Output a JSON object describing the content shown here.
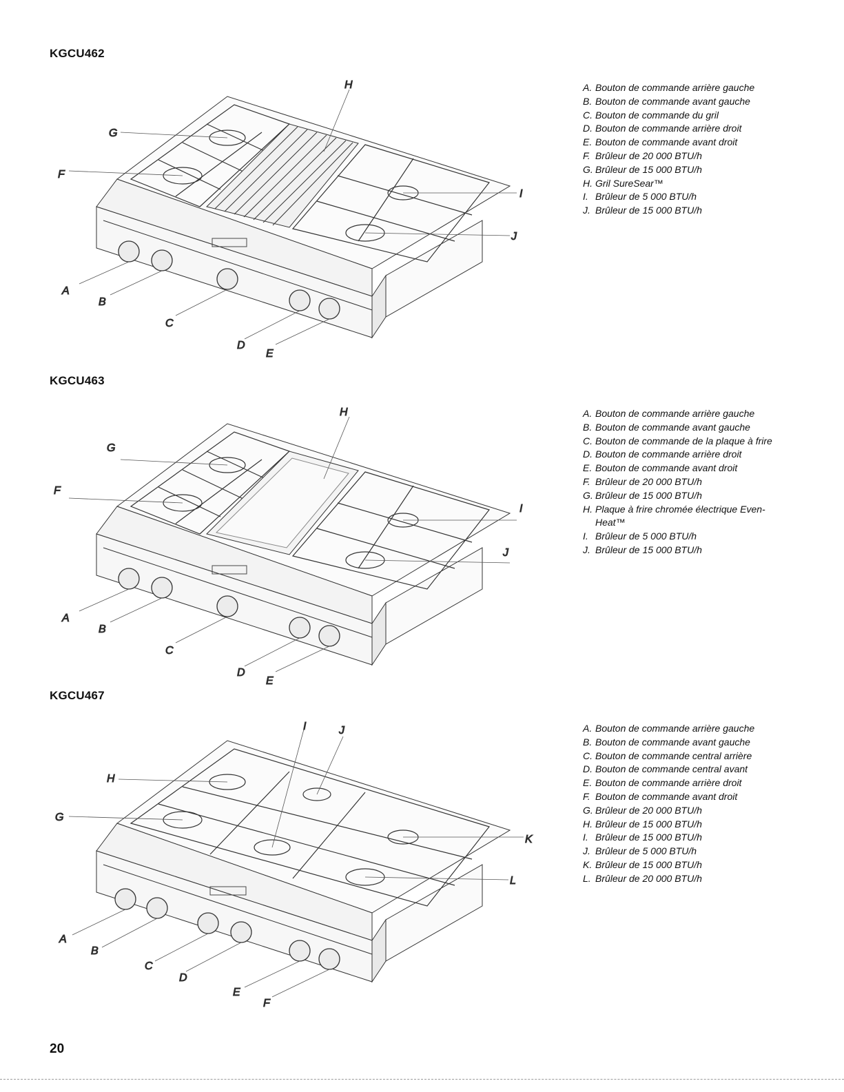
{
  "sections": [
    {
      "model": "KGCU462",
      "callouts": [
        "A",
        "B",
        "C",
        "D",
        "E",
        "F",
        "G",
        "H",
        "I",
        "J"
      ],
      "legend": [
        {
          "letter": "A.",
          "text": "Bouton de commande arrière gauche"
        },
        {
          "letter": "B.",
          "text": "Bouton de commande avant gauche"
        },
        {
          "letter": "C.",
          "text": "Bouton de commande du gril"
        },
        {
          "letter": "D.",
          "text": "Bouton de commande arrière droit"
        },
        {
          "letter": "E.",
          "text": "Bouton de commande avant droit"
        },
        {
          "letter": "F.",
          "text": "Brûleur de 20 000 BTU/h"
        },
        {
          "letter": "G.",
          "text": "Brûleur de 15 000 BTU/h"
        },
        {
          "letter": "H.",
          "text": "Gril SureSear™"
        },
        {
          "letter": "I.",
          "text": "Brûleur de 5 000 BTU/h"
        },
        {
          "letter": "J.",
          "text": "Brûleur de 15 000 BTU/h"
        }
      ]
    },
    {
      "model": "KGCU463",
      "callouts": [
        "A",
        "B",
        "C",
        "D",
        "E",
        "F",
        "G",
        "H",
        "I",
        "J"
      ],
      "legend": [
        {
          "letter": "A.",
          "text": "Bouton de commande arrière gauche"
        },
        {
          "letter": "B.",
          "text": "Bouton de commande avant gauche"
        },
        {
          "letter": "C.",
          "text": "Bouton de commande de la plaque à frire"
        },
        {
          "letter": "D.",
          "text": "Bouton de commande arrière droit"
        },
        {
          "letter": "E.",
          "text": "Bouton de commande avant droit"
        },
        {
          "letter": "F.",
          "text": "Brûleur de 20 000 BTU/h"
        },
        {
          "letter": "G.",
          "text": "Brûleur de 15 000 BTU/h"
        },
        {
          "letter": "H.",
          "text": "Plaque à frire chromée électrique Even-Heat™"
        },
        {
          "letter": "I.",
          "text": "Brûleur de 5 000 BTU/h"
        },
        {
          "letter": "J.",
          "text": "Brûleur de 15 000 BTU/h"
        }
      ]
    },
    {
      "model": "KGCU467",
      "callouts": [
        "A",
        "B",
        "C",
        "D",
        "E",
        "F",
        "G",
        "H",
        "I",
        "J",
        "K",
        "L"
      ],
      "legend": [
        {
          "letter": "A.",
          "text": "Bouton de commande arrière gauche"
        },
        {
          "letter": "B.",
          "text": "Bouton de commande avant gauche"
        },
        {
          "letter": "C.",
          "text": "Bouton de commande central arrière"
        },
        {
          "letter": "D.",
          "text": "Bouton de commande central avant"
        },
        {
          "letter": "E.",
          "text": "Bouton de commande arrière droit"
        },
        {
          "letter": "F.",
          "text": "Bouton de commande avant droit"
        },
        {
          "letter": "G.",
          "text": "Brûleur de 20 000 BTU/h"
        },
        {
          "letter": "H.",
          "text": "Brûleur de 15 000 BTU/h"
        },
        {
          "letter": "I.",
          "text": "Brûleur de 15 000 BTU/h"
        },
        {
          "letter": "J.",
          "text": "Brûleur de 5 000 BTU/h"
        },
        {
          "letter": "K.",
          "text": "Brûleur de 15 000 BTU/h"
        },
        {
          "letter": "L.",
          "text": "Brûleur de 20 000 BTU/h"
        }
      ]
    }
  ],
  "page_number": "20"
}
